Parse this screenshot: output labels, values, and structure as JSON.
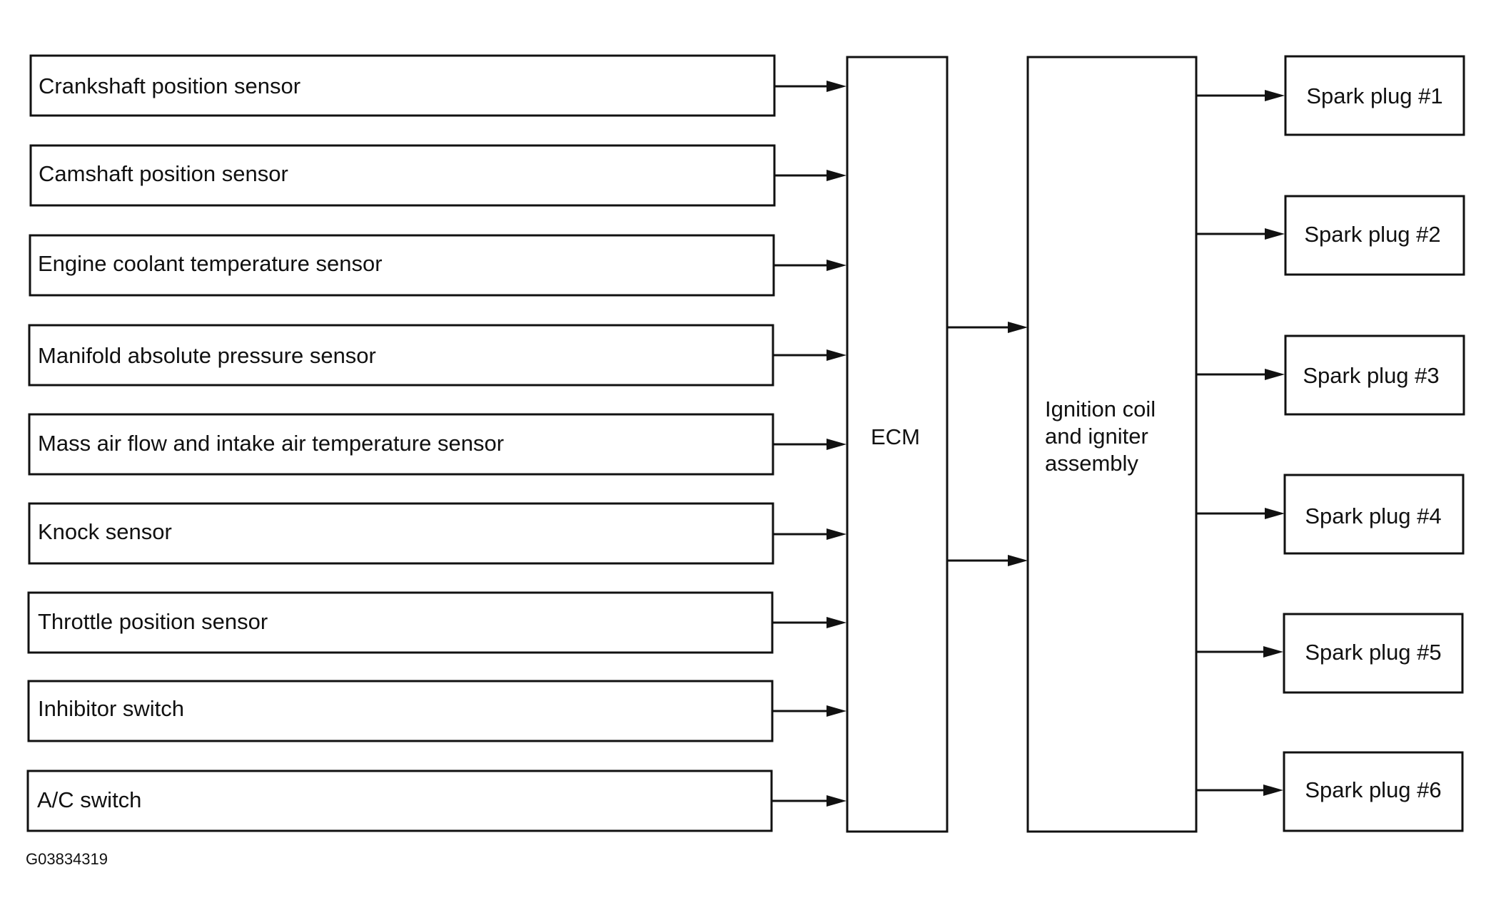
{
  "diagram": {
    "inputs": [
      "Crankshaft position sensor",
      "Camshaft position sensor",
      "Engine coolant temperature sensor",
      "Manifold absolute pressure sensor",
      "Mass air flow and intake air temperature sensor",
      "Knock sensor",
      "Throttle position sensor",
      "Inhibitor switch",
      "A/C switch"
    ],
    "controller": "ECM",
    "ignition": [
      "Ignition coil",
      "and igniter",
      "assembly"
    ],
    "outputs": [
      "Spark plug #1",
      "Spark plug #2",
      "Spark plug #3",
      "Spark plug #4",
      "Spark plug #5",
      "Spark plug #6"
    ],
    "figure_code": "G03834319"
  }
}
